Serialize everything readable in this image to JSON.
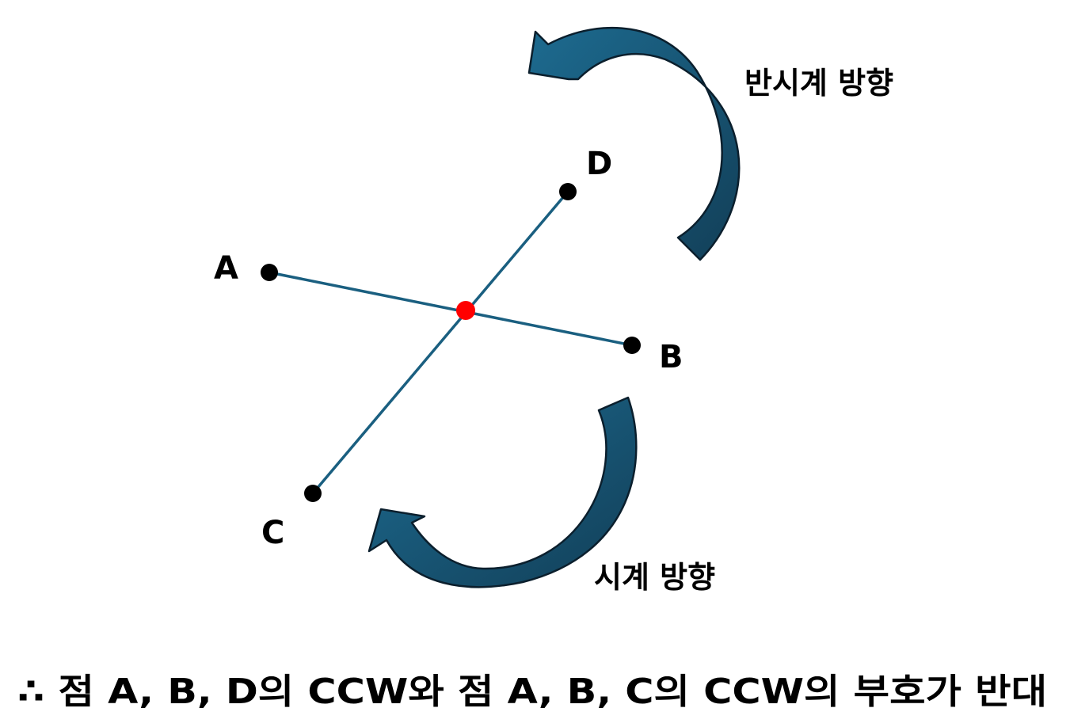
{
  "colors": {
    "segment": "#1a5f80",
    "point": "#000000",
    "intersection": "#ff0000",
    "arrow_fill": "#185b7c",
    "arrow_outline": "#0b1f2d"
  },
  "points": {
    "A": "A",
    "B": "B",
    "C": "C",
    "D": "D"
  },
  "labels": {
    "counterclockwise": "반시계 방향",
    "clockwise": "시계 방향"
  },
  "conclusion": "∴ 점 A, B, D의 CCW와 점 A, B, C의 CCW의 부호가 반대"
}
